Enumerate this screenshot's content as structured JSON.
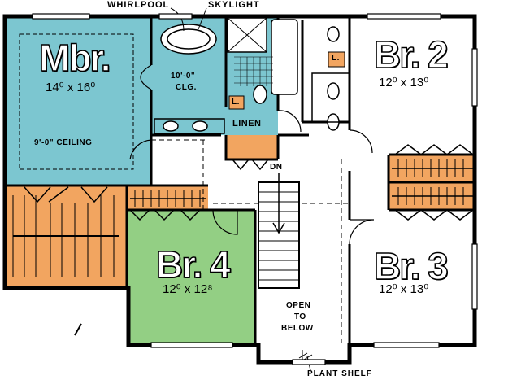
{
  "callouts": {
    "whirlpool": "WHIRLPOOL",
    "skylight": "SKYLIGHT",
    "plant_shelf": "PLANT SHELF"
  },
  "rooms": {
    "mbr": {
      "name": "Mbr.",
      "dims": "14⁰ x 16⁰",
      "ceiling": "9'-0\" CEILING"
    },
    "br2": {
      "name": "Br. 2",
      "dims": "12⁰ x 13⁰"
    },
    "br3": {
      "name": "Br. 3",
      "dims": "12⁰ x 13⁰"
    },
    "br4": {
      "name": "Br. 4",
      "dims": "12⁰ x 12⁸"
    }
  },
  "bath_clg": {
    "line1": "10'-0\"",
    "line2": "CLG."
  },
  "linen": "LINEN",
  "stair_dn": "DN",
  "open_below": {
    "line1": "OPEN",
    "line2": "TO",
    "line3": "BELOW"
  },
  "laundry_mark": "L.",
  "colors": {
    "master": "#7cc6d0",
    "closet": "#f2a560",
    "br4": "#93cf84",
    "wall": "#000000"
  }
}
